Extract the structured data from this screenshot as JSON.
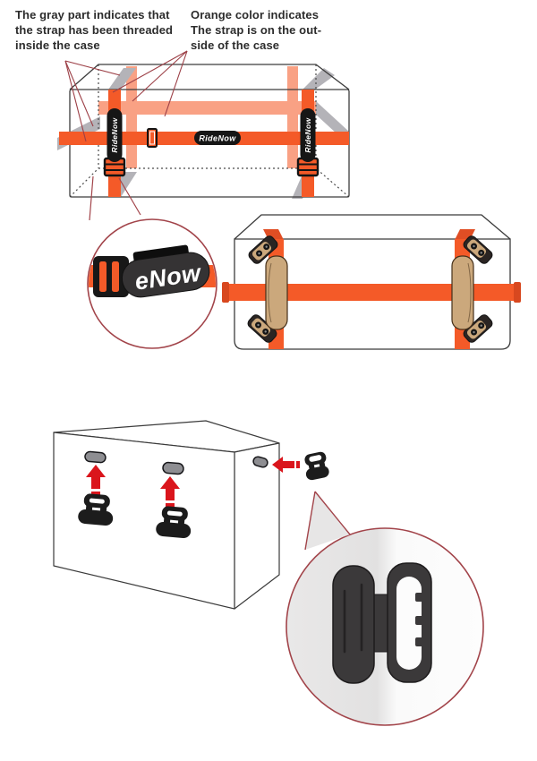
{
  "notes": {
    "gray": [
      "The gray part indicates that",
      "the strap has been threaded",
      "inside the case"
    ],
    "orange": [
      "Orange color indicates",
      "The strap is on the out-",
      "side of the case"
    ]
  },
  "brand": {
    "strap_label": "RideNow",
    "strap_label_zoom": "eNow"
  },
  "colors": {
    "strap_orange": "#f45a28",
    "strap_orange_far": "#f9a184",
    "strap_inside_gray": "#b4b3b8",
    "strap_end_cap": "#d8481f",
    "callout_maroon": "#a2444a",
    "arrow_red": "#da151c",
    "handle_tan": "#cba87c",
    "clip_black": "#1c1c1c",
    "outline": "#3c3c3c",
    "slot_gray": "#8e8e92"
  }
}
